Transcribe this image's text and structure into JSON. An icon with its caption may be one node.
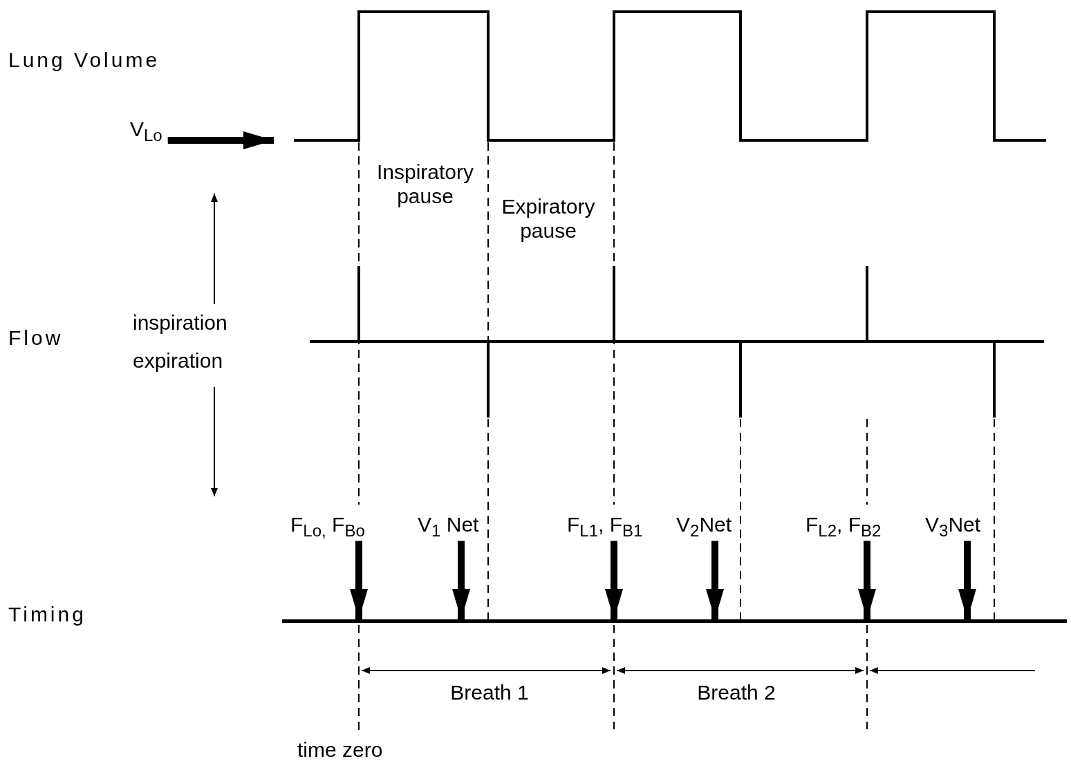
{
  "diagram": {
    "nodes": [
      {
        "text": [
          "V$_{Lo}$"
        ]
      },
      {
        "text": [
          "F$_{Lo,}$ F$_{Bo}$"
        ]
      },
      {
        "text": [
          "V$_{1}$ Net"
        ]
      },
      {
        "text": [
          "F$_{L1}$, F$_{B1}$"
        ]
      },
      {
        "text": [
          "V$_{2}$Net"
        ]
      },
      {
        "text": [
          "F$_{L2}$, F$_{B2}$"
        ]
      },
      {
        "text": [
          "V$_{3}$Net"
        ]
      },
      {
        "text": [],
        "shape": "bar"
      }
    ],
    "edges": [
      {
        "from": 0,
        "to": null,
        "arrow": "to"
      },
      {
        "from": 1,
        "to": 7,
        "arrow": "to"
      },
      {
        "from": 2,
        "to": 7,
        "arrow": "to"
      },
      {
        "from": 3,
        "to": 7,
        "arrow": "to"
      },
      {
        "from": 4,
        "to": 7,
        "arrow": "to"
      },
      {
        "from": 5,
        "to": 7,
        "arrow": "to"
      },
      {
        "from": 6,
        "to": 7,
        "arrow": "to"
      }
    ],
    "labels": [
      "Lung Volume",
      "Inspiratory pause",
      "Expiratory pause",
      "Flow",
      "inspiration",
      "expiration",
      "Timing",
      "Breath 1",
      "Breath 2",
      "time zero"
    ]
  }
}
